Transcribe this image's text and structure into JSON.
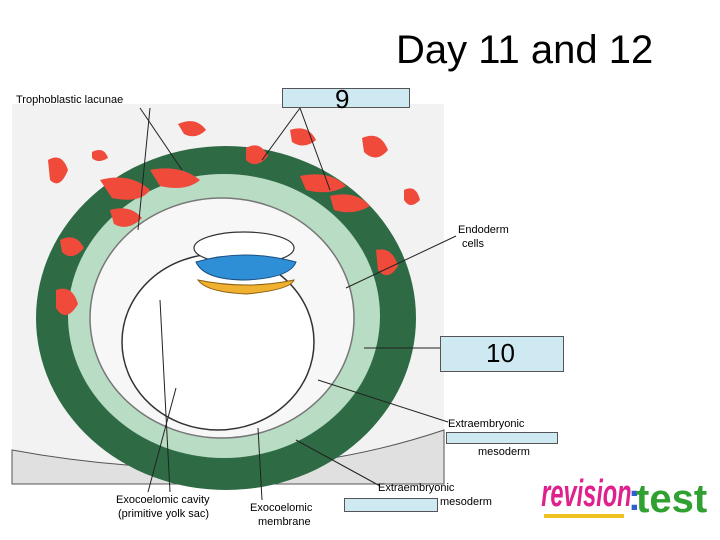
{
  "slide": {
    "title": "Day 11 and 12"
  },
  "labels": {
    "trophoblastic_lacunae": "Trophoblastic lacunae",
    "endoderm_cells_line1": "Endoderm",
    "endoderm_cells_line2": "cells",
    "extraembryonic_mesoderm_upper_line1": "Extraembryonic",
    "extraembryonic_mesoderm_upper_line2": "mesoderm",
    "extraembryonic_mesoderm_lower_line1": "Extraembryonic",
    "extraembryonic_mesoderm_lower_line2": "mesoderm",
    "exocoelomic_cavity_line1": "Exocoelomic cavity",
    "exocoelomic_cavity_line2": "(primitive yolk sac)",
    "exocoelomic_membrane_line1": "Exocoelomic",
    "exocoelomic_membrane_line2": "membrane"
  },
  "answer_boxes": {
    "box_9": "9",
    "box_10": "10"
  },
  "logo": {
    "text": "revision:test",
    "colors": [
      "#e0208c",
      "#f0c020",
      "#3060d0",
      "#30a030"
    ]
  },
  "colors": {
    "trophoblast_dark": "#2e6b45",
    "trophoblast_light": "#b9dcc4",
    "lacunae": "#f04a3a",
    "epiblast": "#2f8fd6",
    "hypoblast": "#f0b030",
    "answer_box": "#cfe9f2"
  }
}
